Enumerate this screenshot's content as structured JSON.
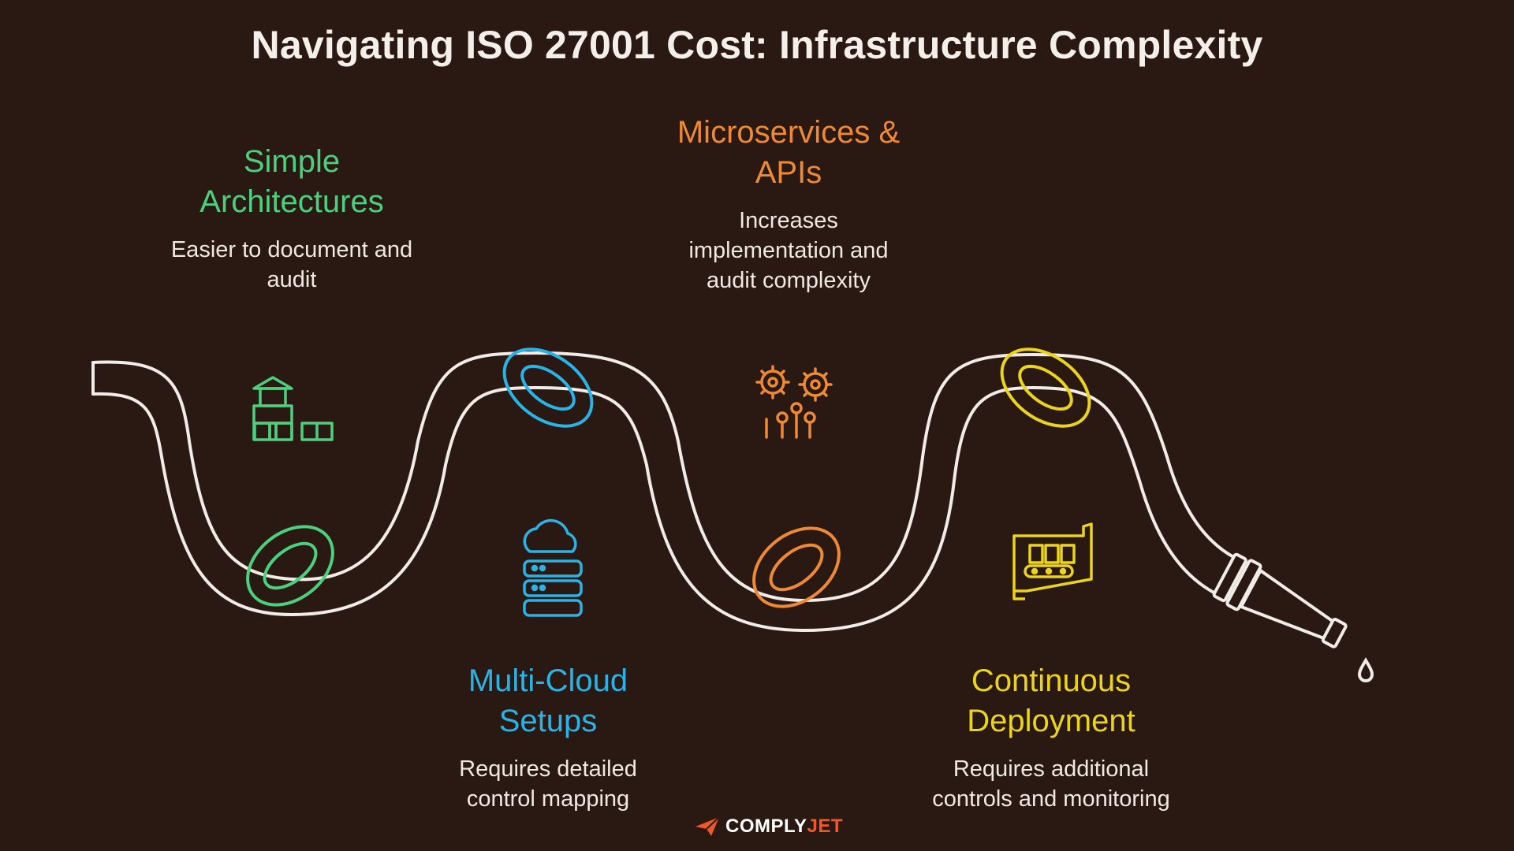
{
  "title": "Navigating ISO 27001 Cost: Infrastructure Complexity",
  "stages": {
    "simple": {
      "heading_line1": "Simple",
      "heading_line2": "Architectures",
      "desc_line1": "Easier to document and",
      "desc_line2": "audit",
      "color": "#4cd07d",
      "icon": "building-blocks-icon"
    },
    "multi": {
      "heading_line1": "Multi-Cloud",
      "heading_line2": "Setups",
      "desc_line1": "Requires detailed",
      "desc_line2": "control mapping",
      "color": "#2ab3e6",
      "icon": "cloud-server-icon"
    },
    "micro": {
      "heading_line1": "Microservices &",
      "heading_line2": "APIs",
      "desc_line1": "Increases",
      "desc_line2": "implementation and",
      "desc_line3": "audit complexity",
      "color": "#ee8a35",
      "icon": "gears-network-icon"
    },
    "cd": {
      "heading_line1": "Continuous",
      "heading_line2": "Deployment",
      "desc_line1": "Requires additional",
      "desc_line2": "controls and monitoring",
      "color": "#ead41f",
      "icon": "conveyor-icon"
    }
  },
  "brand": {
    "part1": "COMPLY",
    "part2": "JET",
    "logo": "paper-plane-icon"
  }
}
